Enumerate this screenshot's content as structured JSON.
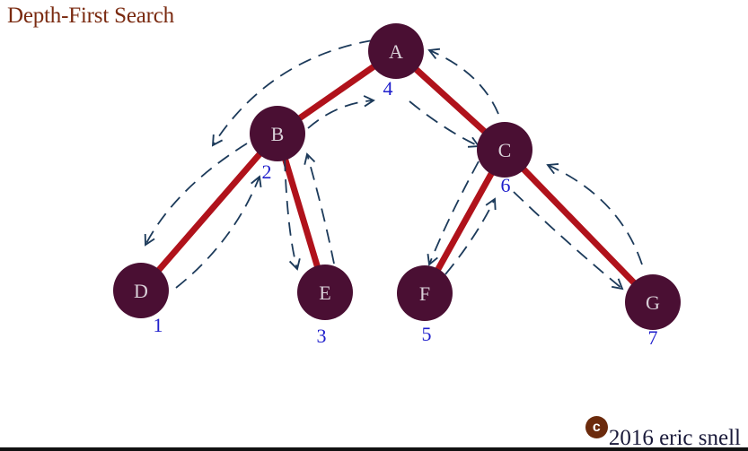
{
  "title": "Depth-First Search",
  "copyright": {
    "mark": "c",
    "text": "2016 eric snell"
  },
  "colors": {
    "title": "#7a2a10",
    "node_fill": "#4a0f33",
    "node_label": "#d9d0d8",
    "tree_edge": "#b0121b",
    "traversal_arrow": "#1c3a5a",
    "order_label": "#1f1fcc"
  },
  "nodes": [
    {
      "id": "A",
      "label": "A",
      "order": "4"
    },
    {
      "id": "B",
      "label": "B",
      "order": "2"
    },
    {
      "id": "C",
      "label": "C",
      "order": "6"
    },
    {
      "id": "D",
      "label": "D",
      "order": "1"
    },
    {
      "id": "E",
      "label": "E",
      "order": "3"
    },
    {
      "id": "F",
      "label": "F",
      "order": "5"
    },
    {
      "id": "G",
      "label": "G",
      "order": "7"
    }
  ],
  "edges": [
    {
      "from": "A",
      "to": "B"
    },
    {
      "from": "A",
      "to": "C"
    },
    {
      "from": "B",
      "to": "D"
    },
    {
      "from": "B",
      "to": "E"
    },
    {
      "from": "C",
      "to": "F"
    },
    {
      "from": "C",
      "to": "G"
    }
  ]
}
